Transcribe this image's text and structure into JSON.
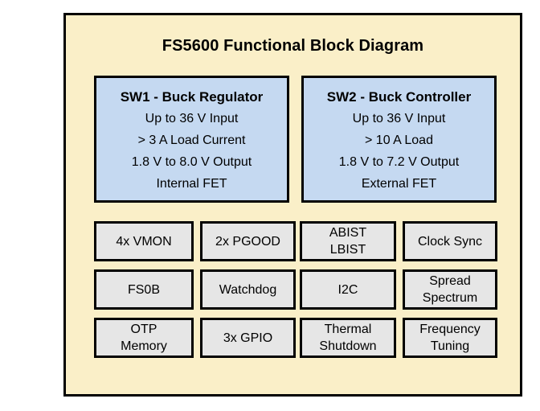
{
  "diagram": {
    "title": "FS5600 Functional Block Diagram",
    "colors": {
      "panel_background": "#faefc8",
      "panel_border": "#000000",
      "switcher_block_fill": "#c5d9f1",
      "feature_block_fill": "#e6e6e6",
      "text": "#000000"
    },
    "switcher_blocks": [
      {
        "title": "SW1 - Buck Regulator",
        "lines": [
          "Up to 36 V Input",
          "> 3 A Load Current",
          "1.8 V to 8.0 V Output",
          "Internal FET"
        ]
      },
      {
        "title": "SW2 - Buck Controller",
        "lines": [
          "Up to 36 V Input",
          "> 10 A Load",
          "1.8 V to 7.2 V Output",
          "External FET"
        ]
      }
    ],
    "feature_rows": [
      [
        {
          "lines": [
            "4x VMON"
          ]
        },
        {
          "lines": [
            "2x PGOOD"
          ]
        },
        {
          "lines": [
            "ABIST",
            "LBIST"
          ]
        },
        {
          "lines": [
            "Clock Sync"
          ]
        }
      ],
      [
        {
          "lines": [
            "FS0B"
          ]
        },
        {
          "lines": [
            "Watchdog"
          ]
        },
        {
          "lines": [
            "I2C"
          ]
        },
        {
          "lines": [
            "Spread",
            "Spectrum"
          ]
        }
      ],
      [
        {
          "lines": [
            "OTP",
            "Memory"
          ]
        },
        {
          "lines": [
            "3x GPIO"
          ]
        },
        {
          "lines": [
            "Thermal",
            "Shutdown"
          ]
        },
        {
          "lines": [
            "Frequency",
            "Tuning"
          ]
        }
      ]
    ]
  }
}
